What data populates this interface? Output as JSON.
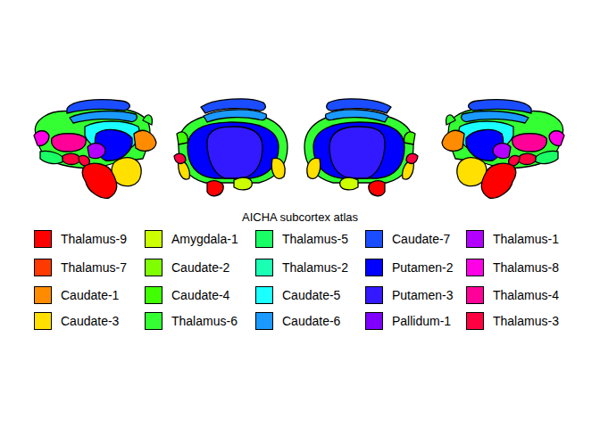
{
  "diagram": {
    "title": "AICHA subcortex atlas",
    "legend": [
      {
        "text": "Thalamus-9",
        "color": "#FF0000"
      },
      {
        "text": "Thalamus-7",
        "color": "#FF3A00"
      },
      {
        "text": "Caudate-1",
        "color": "#FF8C00"
      },
      {
        "text": "Caudate-3",
        "color": "#FFE000"
      },
      {
        "text": "Amygdala-1",
        "color": "#CCFF00"
      },
      {
        "text": "Caudate-2",
        "color": "#80FF00"
      },
      {
        "text": "Caudate-4",
        "color": "#40FF00"
      },
      {
        "text": "Thalamus-6",
        "color": "#33FF33"
      },
      {
        "text": "Thalamus-5",
        "color": "#1AFF66"
      },
      {
        "text": "Thalamus-2",
        "color": "#1AFFB3"
      },
      {
        "text": "Caudate-5",
        "color": "#1AFFFF"
      },
      {
        "text": "Caudate-6",
        "color": "#1A99FF"
      },
      {
        "text": "Caudate-7",
        "color": "#1A4DFF"
      },
      {
        "text": "Putamen-2",
        "color": "#0000FF"
      },
      {
        "text": "Putamen-3",
        "color": "#3319FF"
      },
      {
        "text": "Pallidum-1",
        "color": "#7F00FF"
      },
      {
        "text": "Thalamus-1",
        "color": "#B300FF"
      },
      {
        "text": "Thalamus-8",
        "color": "#FF00E6"
      },
      {
        "text": "Thalamus-4",
        "color": "#FF0099"
      },
      {
        "text": "Thalamus-3",
        "color": "#FF0040"
      }
    ]
  }
}
